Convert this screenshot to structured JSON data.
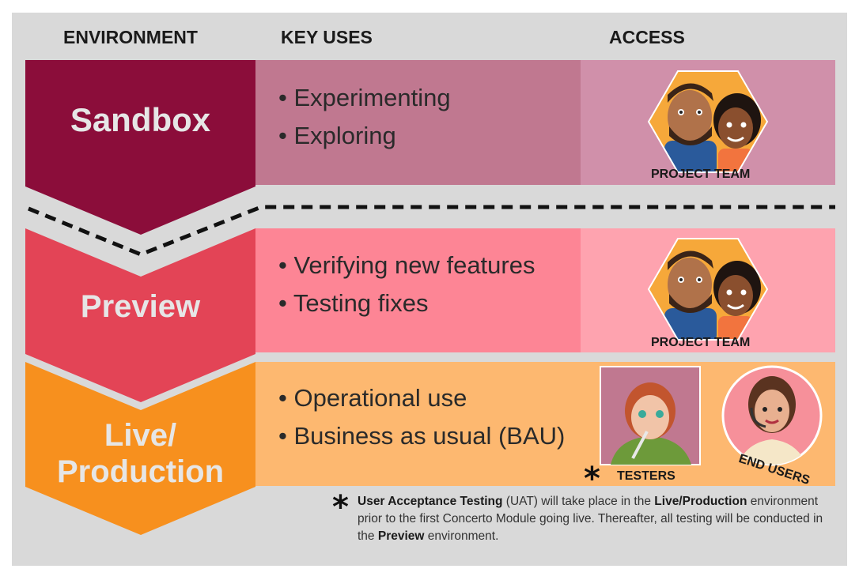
{
  "headers": {
    "environment": "ENVIRONMENT",
    "key_uses": "KEY USES",
    "access": "ACCESS"
  },
  "colors": {
    "panel": "#d9d9d9",
    "sandbox_chevron": "#8b0d3a",
    "sandbox_uses": "#c07890",
    "sandbox_access": "#d090aa",
    "preview_chevron": "#e34456",
    "preview_uses": "#fd8595",
    "preview_access": "#fea3af",
    "live_chevron": "#f7901e",
    "live_band": "#fdb870"
  },
  "environments": [
    {
      "name": "Sandbox",
      "uses": [
        "• Experimenting",
        "• Exploring"
      ],
      "access": [
        "PROJECT TEAM"
      ]
    },
    {
      "name": "Preview",
      "uses": [
        "• Verifying new features",
        "• Testing fixes"
      ],
      "access": [
        "PROJECT TEAM"
      ]
    },
    {
      "name_line1": "Live/",
      "name_line2": "Production",
      "uses": [
        "• Operational use",
        "• Business as usual (BAU)"
      ],
      "access": [
        "TESTERS",
        "END USERS"
      ]
    }
  ],
  "asterisk": "*",
  "note": {
    "uat_bold": "User Acceptance Testing",
    "uat_rest": " (UAT) will take place in the ",
    "live_bold": "Live/Production",
    "mid": " environment prior to the first Concerto Module going live. Thereafter, all testing will be conducted in the ",
    "preview_bold": "Preview",
    "end": " environment."
  },
  "icons": [
    "project-team-icon",
    "project-team-icon",
    "tester-icon",
    "end-user-icon"
  ]
}
